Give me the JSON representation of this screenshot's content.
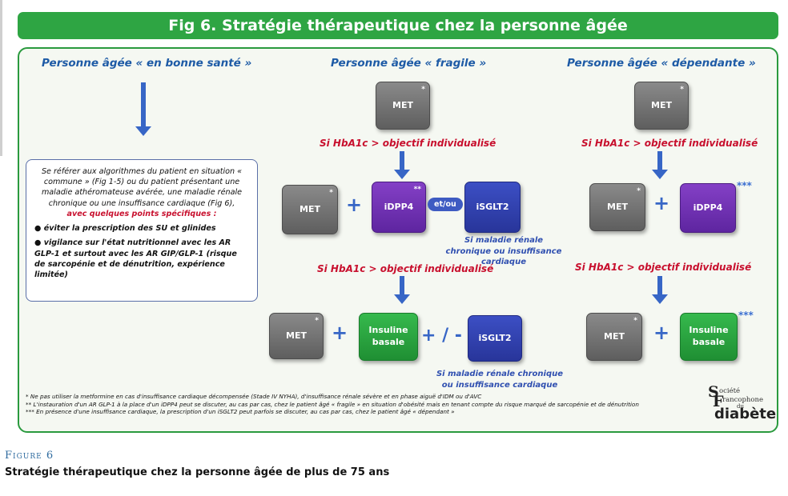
{
  "title": "Fig 6. Stratégie thérapeutique chez la personne âgée",
  "columns": {
    "healthy": "Personne âgée « en bonne santé »",
    "fragile": "Personne âgée « fragile »",
    "dependent": "Personne âgée « dépendante »"
  },
  "note": {
    "intro": "Se référer aux algorithmes du patient en situation « commune » (Fig 1-5) ou du patient présentant une maladie athéromateuse avérée, une maladie rénale chronique ou une insuffisance cardiaque (Fig 6),",
    "emphasis": "avec quelques points spécifiques :",
    "bullet1": "● éviter la prescription des SU et glinides",
    "bullet2": "● vigilance sur l'état nutritionnel avec les AR GLP-1 et surtout avec les AR GIP/GLP-1 (risque de sarcopénie et de dénutrition, expérience limitée)"
  },
  "drugs": {
    "met": "MET",
    "idpp4": "iDPP4",
    "isglt2": "iSGLT2",
    "insulin_line1": "Insuline",
    "insulin_line2": "basale"
  },
  "markers": {
    "one_star": "*",
    "two_stars": "**",
    "three_stars": "***"
  },
  "operators": {
    "plus": "+",
    "plus_minus": "+ / -",
    "and_or": "et/ou"
  },
  "conditions": {
    "hba1c": "Si HbA1c > objectif individualisé",
    "renal_cardiac": "Si maladie rénale chronique ou insuffisance cardiaque"
  },
  "footnotes": [
    "* Ne pas utiliser la metformine en cas d'insuffisance cardiaque décompensée (Stade IV NYHA), d'insuffisance rénale sévère et en phase aiguë d'IDM ou d'AVC",
    "** L'instauration d'un AR GLP-1 à la place d'un iDPP4 peut se discuter, au cas par cas, chez le patient âgé « fragile » en situation d'obésité mais en tenant compte du risque marqué de sarcopénie et de dénutrition",
    "*** En présence d'une insuffisance cardiaque, la prescription d'un iSGLT2 peut parfois se discuter, au cas par cas, chez le patient âgé « dépendant »"
  ],
  "logo": {
    "s": "S",
    "ociete": "ociété",
    "f": "F",
    "rancophone": "rancophone",
    "du": "du",
    "diabete": "diabète"
  },
  "figure_label": "Figure 6",
  "caption": "Stratégie thérapeutique chez la personne âgée de plus de 75 ans",
  "colors": {
    "title_green": "#2ea543",
    "header_blue": "#1e5ba6",
    "condition_red": "#c8102e",
    "met_grey": "#6e6e6e",
    "idpp4_purple": "#6f2fb3",
    "isglt2_blue": "#3040b0",
    "insulin_green": "#28a13d"
  }
}
